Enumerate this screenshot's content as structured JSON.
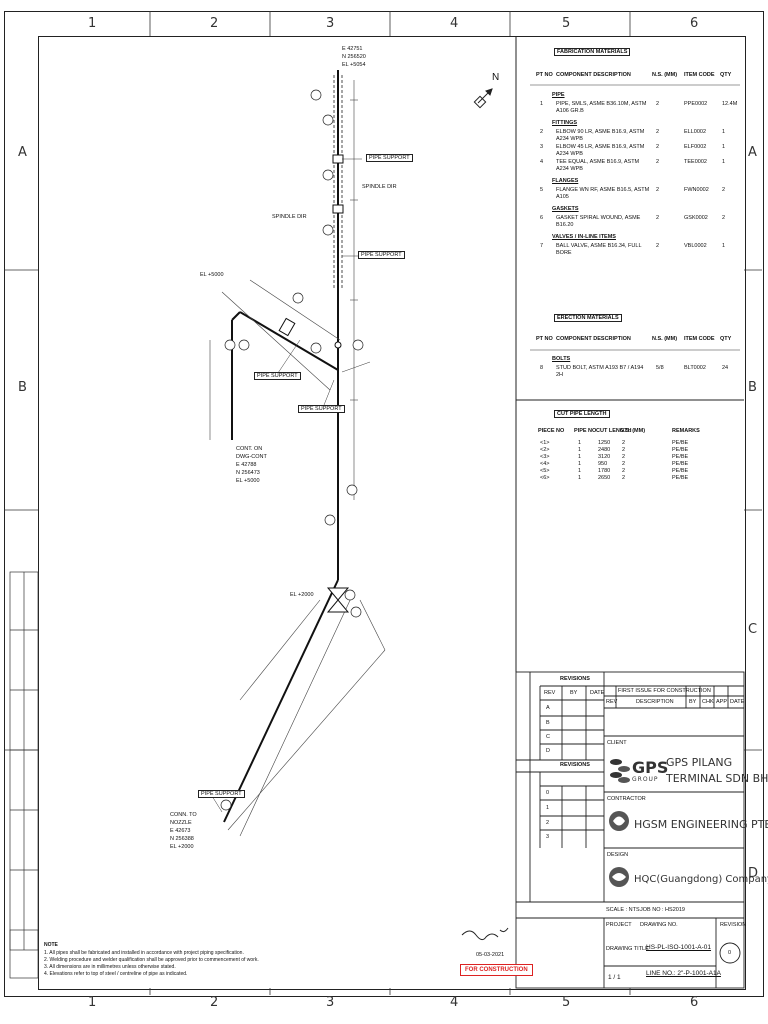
{
  "grid": {
    "cols": [
      "1",
      "2",
      "3",
      "4",
      "5",
      "6"
    ],
    "rows": [
      "A",
      "B",
      "C",
      "D"
    ]
  },
  "north": "N",
  "bom": {
    "title": "FABRICATION MATERIALS",
    "header": [
      "PT NO",
      "COMPONENT DESCRIPTION",
      "N.S. (MM)",
      "ITEM CODE",
      "QTY"
    ],
    "sections": [
      {
        "name": "PIPE",
        "rows": [
          {
            "pt": "1",
            "desc": "PIPE, SMLS, ASME B36.10M, ASTM A106 GR.B",
            "ns": "2",
            "code": "PPE0002",
            "qty": "12.4M"
          }
        ]
      },
      {
        "name": "FITTINGS",
        "rows": [
          {
            "pt": "2",
            "desc": "ELBOW 90 LR, ASME B16.9, ASTM A234 WPB",
            "ns": "2",
            "code": "ELL0002",
            "qty": "1"
          },
          {
            "pt": "3",
            "desc": "ELBOW 45 LR, ASME B16.9, ASTM A234 WPB",
            "ns": "2",
            "code": "ELF0002",
            "qty": "1"
          },
          {
            "pt": "4",
            "desc": "TEE EQUAL, ASME B16.9, ASTM A234 WPB",
            "ns": "2",
            "code": "TEE0002",
            "qty": "1"
          }
        ]
      },
      {
        "name": "FLANGES",
        "rows": [
          {
            "pt": "5",
            "desc": "FLANGE WN RF, ASME B16.5, ASTM A105",
            "ns": "2",
            "code": "FWN0002",
            "qty": "2"
          }
        ]
      },
      {
        "name": "GASKETS",
        "rows": [
          {
            "pt": "6",
            "desc": "GASKET SPIRAL WOUND, ASME B16.20",
            "ns": "2",
            "code": "GSK0002",
            "qty": "2"
          }
        ]
      },
      {
        "name": "VALVES / IN-LINE ITEMS",
        "rows": [
          {
            "pt": "7",
            "desc": "BALL VALVE, ASME B16.34, FULL BORE",
            "ns": "2",
            "code": "VBL0002",
            "qty": "1"
          }
        ]
      }
    ]
  },
  "erection": {
    "title": "ERECTION MATERIALS",
    "header": [
      "PT NO",
      "COMPONENT DESCRIPTION",
      "N.S. (MM)",
      "ITEM CODE",
      "QTY"
    ],
    "sections": [
      {
        "name": "BOLTS",
        "rows": [
          {
            "pt": "8",
            "desc": "STUD BOLT, ASTM A193 B7 / A194 2H",
            "ns": "5/8",
            "code": "BLT0002",
            "qty": "24"
          }
        ]
      }
    ]
  },
  "cutlist": {
    "title": "CUT PIPE LENGTH",
    "header": [
      "PIECE NO",
      "PIPE NO",
      "CUT LENGTH",
      "N.S. (MM)",
      "REMARKS"
    ],
    "rows": [
      {
        "piece": "<1>",
        "pipe": "1",
        "len": "1250",
        "ns": "2",
        "rem": "PE/BE"
      },
      {
        "piece": "<2>",
        "pipe": "1",
        "len": "2480",
        "ns": "2",
        "rem": "PE/BE"
      },
      {
        "piece": "<3>",
        "pipe": "1",
        "len": "3120",
        "ns": "2",
        "rem": "PE/BE"
      },
      {
        "piece": "<4>",
        "pipe": "1",
        "len": "950",
        "ns": "2",
        "rem": "PE/BE"
      },
      {
        "piece": "<5>",
        "pipe": "1",
        "len": "1780",
        "ns": "2",
        "rem": "PE/BE"
      },
      {
        "piece": "<6>",
        "pipe": "1",
        "len": "2650",
        "ns": "2",
        "rem": "PE/BE"
      }
    ]
  },
  "coords": {
    "top": {
      "e": "E 42751",
      "n": "N 256520",
      "el": "EL +5054"
    },
    "cont": {
      "label": "CONT. ON",
      "line": "DWG-CONT",
      "e": "E 42788",
      "n": "N 256473",
      "el": "EL +5000"
    },
    "bottom": {
      "label": "CONN. TO",
      "line": "NOZZLE",
      "e": "E 42673",
      "n": "N 256388",
      "el": "EL +2000"
    },
    "el_left": "EL +5000",
    "el_mid": "EL +2000"
  },
  "labels": {
    "pipe_support": "PIPE SUPPORT",
    "spindle": "SPINDLE DIR"
  },
  "revisions": {
    "title": "REVISIONS",
    "title2": "REVISIONS",
    "cols": [
      "REV",
      "BY",
      "DATE"
    ],
    "desc_cols": [
      "REV",
      "DESCRIPTION",
      "BY",
      "CHK",
      "APP",
      "DATE"
    ],
    "first_issue": "FIRST ISSUE FOR CONSTRUCTION",
    "rows": [
      "A",
      "B",
      "C",
      "D"
    ],
    "rows2": [
      "0",
      "1",
      "2",
      "3"
    ]
  },
  "client": {
    "label": "CLIENT",
    "brand": "GPS",
    "brand_sub": "GROUP",
    "name_line1": "GPS PILANG",
    "name_line2": "TERMINAL SDN BHD"
  },
  "contractor": {
    "label": "CONTRACTOR",
    "name": "HGSM ENGINEERING PTE LTD"
  },
  "design": {
    "label": "DESIGN",
    "name": "HQC(Guangdong) Company"
  },
  "title_block": {
    "scale": "SCALE : NTS",
    "job": "JOB NO : HS2019",
    "project_label": "PROJECT",
    "drawing_no_label": "DRAWING NO.",
    "revision_label": "REVISION",
    "drawing_title_label": "DRAWING TITLE",
    "drawing_no": "HS-PL-ISO-1001-A-01",
    "line_no": "LINE NO.: 2\"-P-1001-A1A",
    "sheet": "1 / 1",
    "rev": "0"
  },
  "stamp": "FOR CONSTRUCTION",
  "signature_date": "05-03-2021",
  "notes": {
    "title": "NOTE",
    "lines": [
      "1. All pipes shall be fabricated and installed in accordance with project piping specification.",
      "2. Welding procedure and welder qualification shall be approved prior to commencement of work.",
      "3. All dimensions are in millimetres unless otherwise stated.",
      "4. Elevations refer to top of steel / centreline of pipe as indicated."
    ]
  },
  "side_table": {
    "rows": [
      "",
      "",
      "",
      "",
      "",
      ""
    ]
  }
}
